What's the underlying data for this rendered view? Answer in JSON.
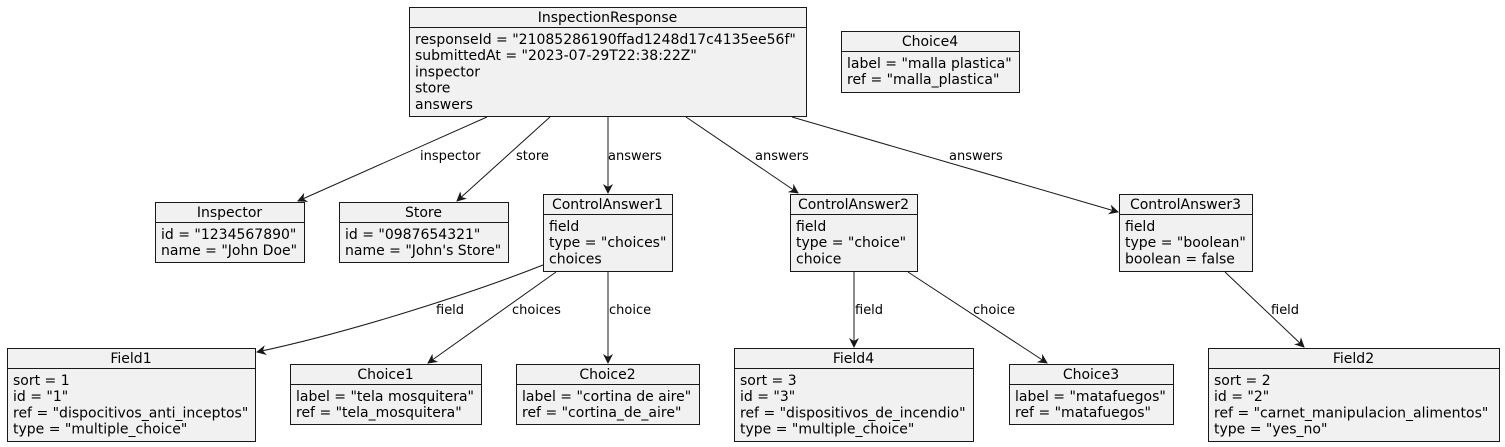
{
  "objects": [
    {
      "id": "InspectionResponse",
      "title": "InspectionResponse",
      "attrs": [
        "responseId = \"21085286190ffad1248d17c4135ee56f\"",
        "submittedAt = \"2023-07-29T22:38:22Z\"",
        "inspector",
        "store",
        "answers"
      ]
    },
    {
      "id": "Choice4",
      "title": "Choice4",
      "attrs": [
        "label = \"malla plastica\"",
        "ref = \"malla_plastica\""
      ]
    },
    {
      "id": "Inspector",
      "title": "Inspector",
      "attrs": [
        "id = \"1234567890\"",
        "name = \"John Doe\""
      ]
    },
    {
      "id": "Store",
      "title": "Store",
      "attrs": [
        "id = \"0987654321\"",
        "name = \"John's Store\""
      ]
    },
    {
      "id": "ControlAnswer1",
      "title": "ControlAnswer1",
      "attrs": [
        "field",
        "type = \"choices\"",
        "choices"
      ]
    },
    {
      "id": "ControlAnswer2",
      "title": "ControlAnswer2",
      "attrs": [
        "field",
        "type = \"choice\"",
        "choice"
      ]
    },
    {
      "id": "ControlAnswer3",
      "title": "ControlAnswer3",
      "attrs": [
        "field",
        "type = \"boolean\"",
        "boolean = false"
      ]
    },
    {
      "id": "Field1",
      "title": "Field1",
      "attrs": [
        "sort = 1",
        "id = \"1\"",
        "ref = \"dispocitivos_anti_inceptos\"",
        "type = \"multiple_choice\""
      ]
    },
    {
      "id": "Choice1",
      "title": "Choice1",
      "attrs": [
        "label = \"tela mosquitera\"",
        "ref = \"tela_mosquitera\""
      ]
    },
    {
      "id": "Choice2",
      "title": "Choice2",
      "attrs": [
        "label = \"cortina de aire\"",
        "ref = \"cortina_de_aire\""
      ]
    },
    {
      "id": "Field4",
      "title": "Field4",
      "attrs": [
        "sort = 3",
        "id = \"3\"",
        "ref = \"dispositivos_de_incendio\"",
        "type = \"multiple_choice\""
      ]
    },
    {
      "id": "Choice3",
      "title": "Choice3",
      "attrs": [
        "label = \"matafuegos\"",
        "ref = \"matafuegos\""
      ]
    },
    {
      "id": "Field2",
      "title": "Field2",
      "attrs": [
        "sort = 2",
        "id = \"2\"",
        "ref = \"carnet_manipulacion_alimentos\"",
        "type = \"yes_no\""
      ]
    }
  ],
  "edges": [
    {
      "from": "InspectionResponse",
      "to": "Inspector",
      "label": "inspector"
    },
    {
      "from": "InspectionResponse",
      "to": "Store",
      "label": "store"
    },
    {
      "from": "InspectionResponse",
      "to": "ControlAnswer1",
      "label": "answers"
    },
    {
      "from": "InspectionResponse",
      "to": "ControlAnswer2",
      "label": "answers"
    },
    {
      "from": "InspectionResponse",
      "to": "ControlAnswer3",
      "label": "answers"
    },
    {
      "from": "ControlAnswer1",
      "to": "Field1",
      "label": "field"
    },
    {
      "from": "ControlAnswer1",
      "to": "Choice1",
      "label": "choices"
    },
    {
      "from": "ControlAnswer1",
      "to": "Choice2",
      "label": "choice"
    },
    {
      "from": "ControlAnswer2",
      "to": "Field4",
      "label": "field"
    },
    {
      "from": "ControlAnswer2",
      "to": "Choice3",
      "label": "choice"
    },
    {
      "from": "ControlAnswer3",
      "to": "Field2",
      "label": "field"
    }
  ]
}
